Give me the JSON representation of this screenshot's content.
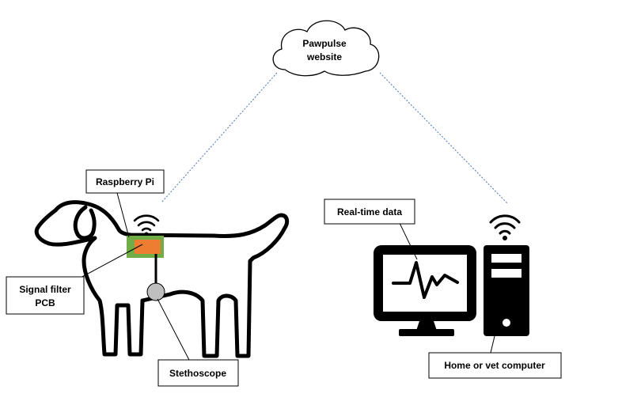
{
  "labels": {
    "cloud_line1": "Pawpulse",
    "cloud_line2": "website",
    "raspberry_pi": "Raspberry Pi",
    "signal_filter_line1": "Signal filter",
    "signal_filter_line2": "PCB",
    "stethoscope": "Stethoscope",
    "realtime_data": "Real-time data",
    "computer": "Home or vet computer"
  },
  "icons": {
    "cloud": "cloud-icon",
    "dog": "dog-icon",
    "wifi": "wifi-icon",
    "monitor": "monitor-icon",
    "tower": "computer-tower-icon",
    "heartbeat": "heartbeat-icon"
  },
  "colors": {
    "raspberry_pi_board": "#70ad47",
    "signal_filter_board": "#ed7d31",
    "stethoscope_head": "#bfbfbf",
    "link_line": "#4472c4",
    "outline": "#000000"
  }
}
